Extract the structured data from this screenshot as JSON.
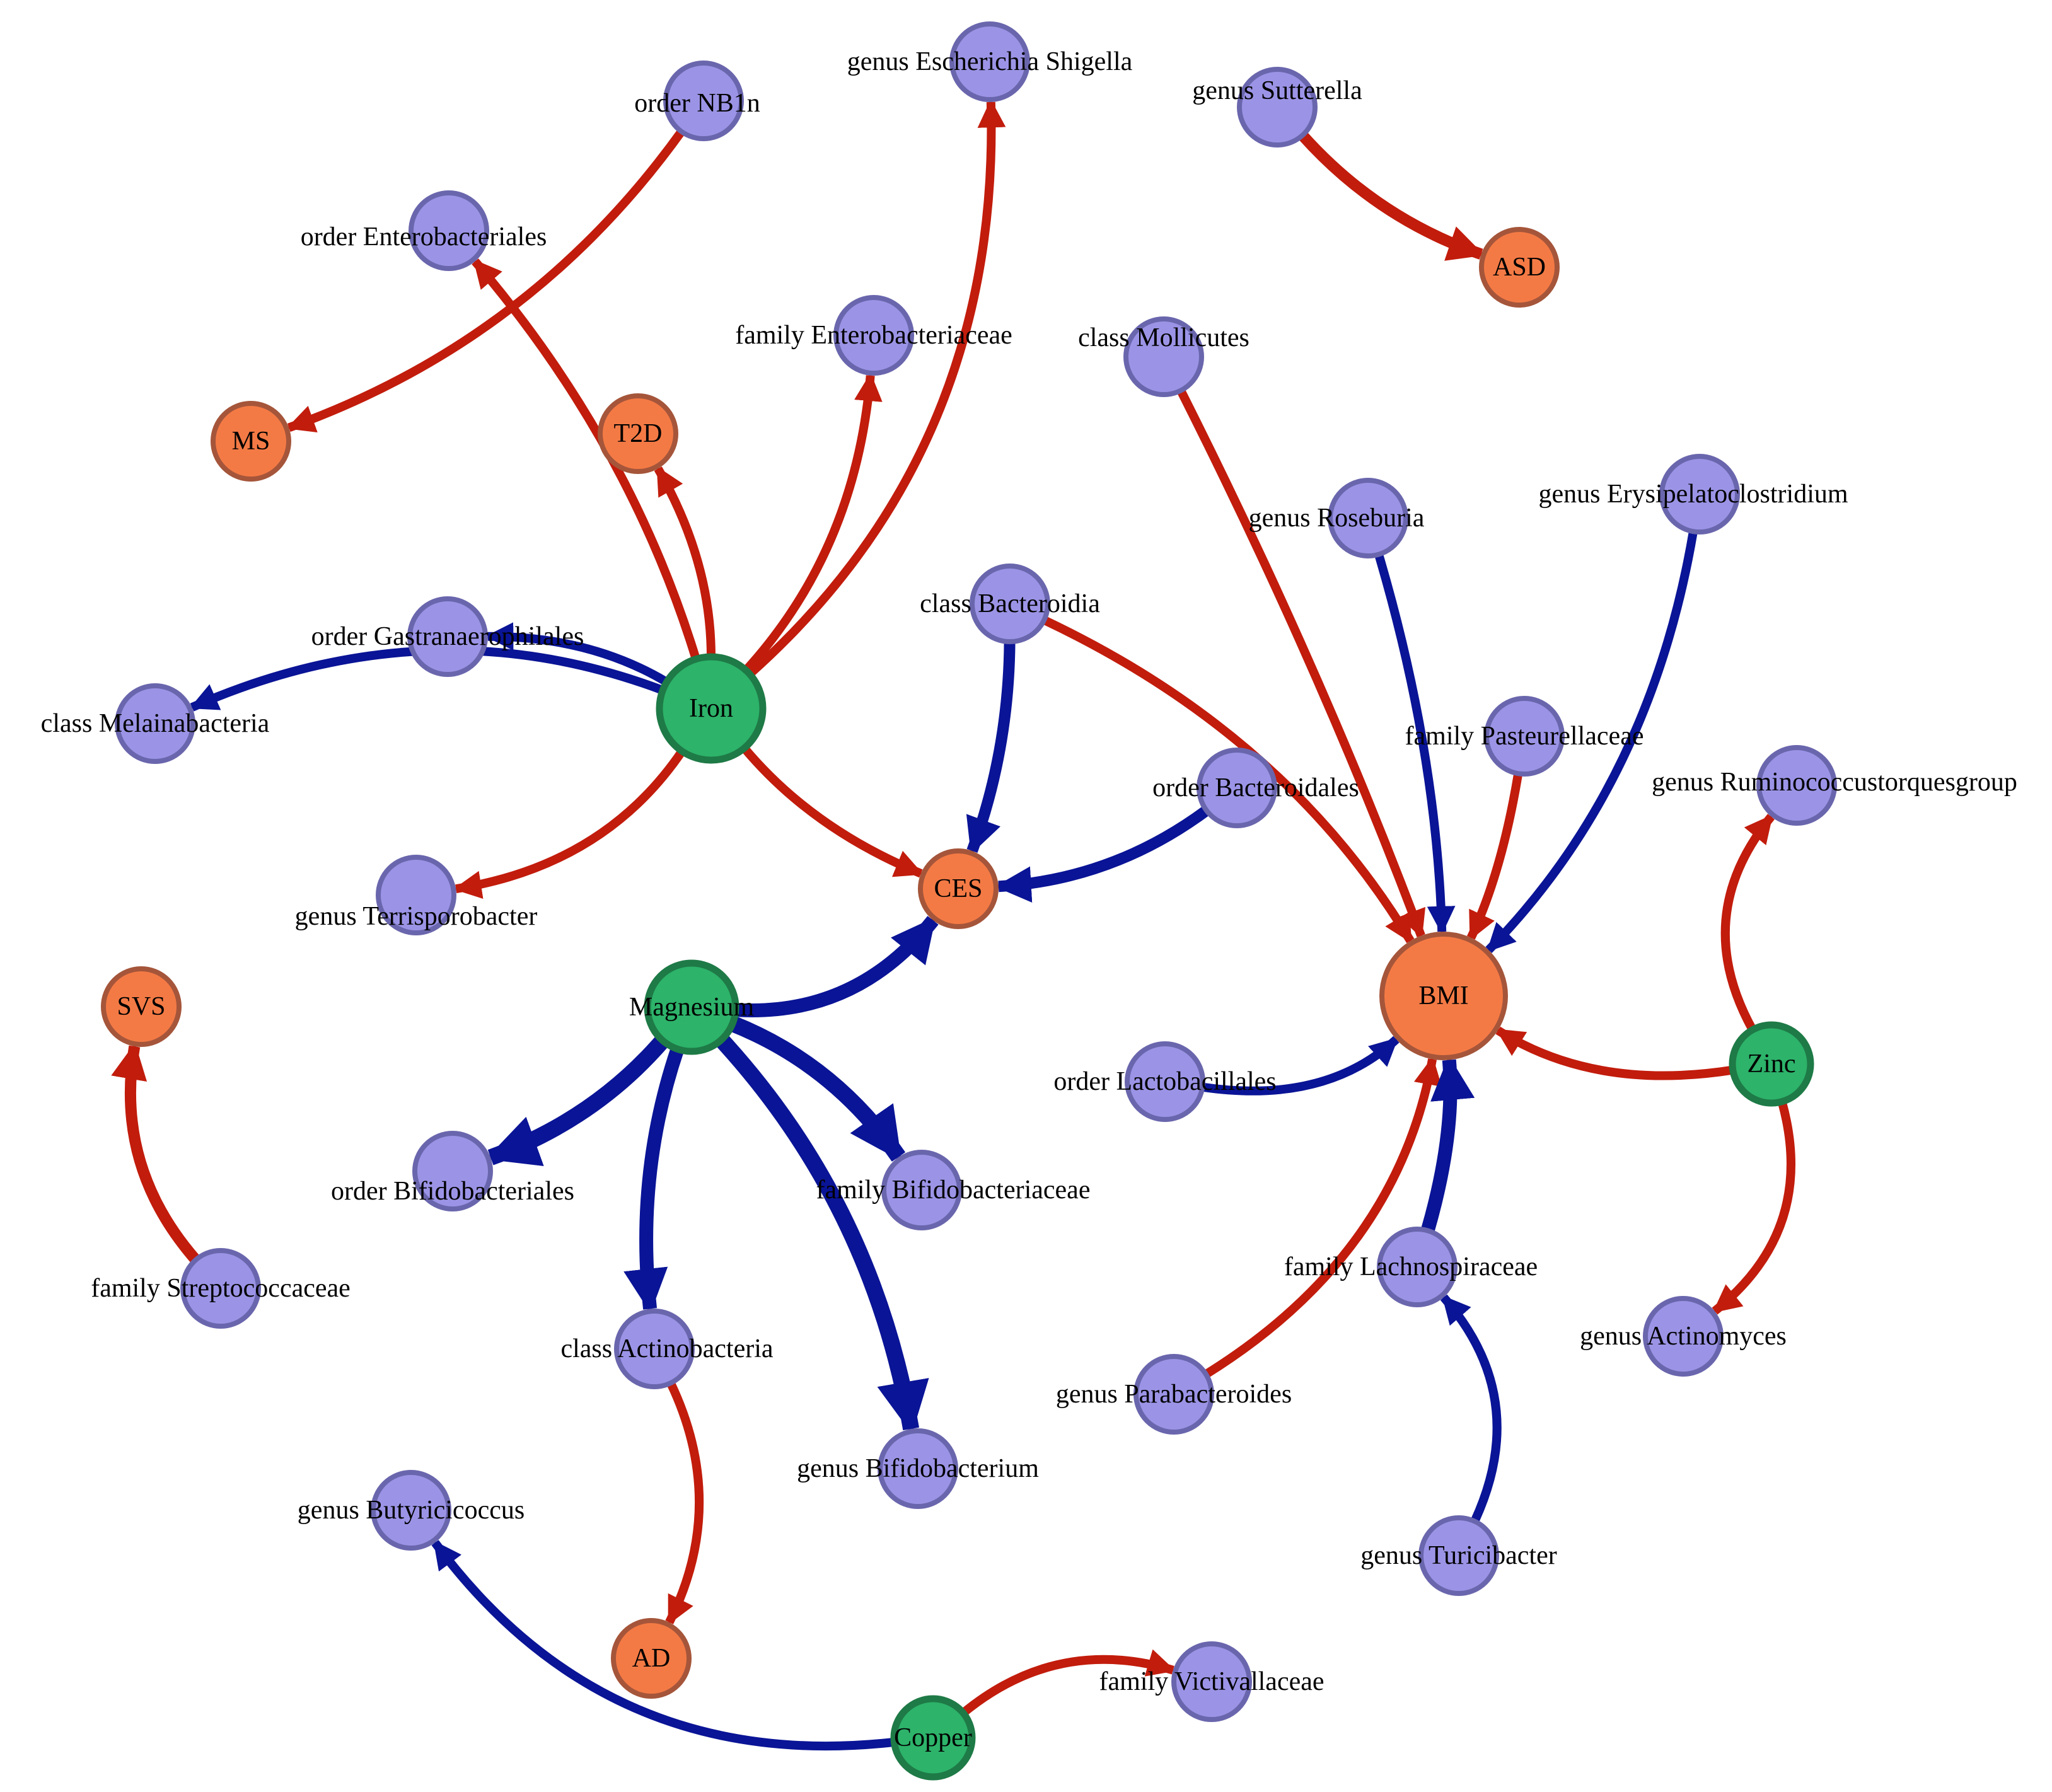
{
  "colors": {
    "taxon_fill": "#9b94e6",
    "taxon_stroke": "#6a66ad",
    "trait_fill": "#f47a45",
    "trait_stroke": "#a5553a",
    "nutrient_fill": "#2db36a",
    "nutrient_stroke": "#1e7a46",
    "positive_edge": "#c21c0c",
    "negative_edge": "#0a1496"
  },
  "nodes": [
    {
      "id": "iron",
      "label": "Iron",
      "type": "nutrient"
    },
    {
      "id": "magnesium",
      "label": "Magnesium",
      "type": "nutrient"
    },
    {
      "id": "zinc",
      "label": "Zinc",
      "type": "nutrient"
    },
    {
      "id": "copper",
      "label": "Copper",
      "type": "nutrient"
    },
    {
      "id": "ms",
      "label": "MS",
      "type": "trait"
    },
    {
      "id": "t2d",
      "label": "T2D",
      "type": "trait"
    },
    {
      "id": "asd",
      "label": "ASD",
      "type": "trait"
    },
    {
      "id": "ces",
      "label": "CES",
      "type": "trait"
    },
    {
      "id": "bmi",
      "label": "BMI",
      "type": "trait"
    },
    {
      "id": "svs",
      "label": "SVS",
      "type": "trait"
    },
    {
      "id": "ad",
      "label": "AD",
      "type": "trait"
    },
    {
      "id": "order_nb1n",
      "label": "order NB1n",
      "type": "taxon"
    },
    {
      "id": "genus_escherichia",
      "label": "genus Escherichia Shigella",
      "type": "taxon"
    },
    {
      "id": "genus_sutterella",
      "label": "genus Sutterella",
      "type": "taxon"
    },
    {
      "id": "order_enterobacteriales",
      "label": "order Enterobacteriales",
      "type": "taxon"
    },
    {
      "id": "family_enterobacteriaceae",
      "label": "family Enterobacteriaceae",
      "type": "taxon"
    },
    {
      "id": "class_mollicutes",
      "label": "class Mollicutes",
      "type": "taxon"
    },
    {
      "id": "genus_roseburia",
      "label": "genus Roseburia",
      "type": "taxon"
    },
    {
      "id": "genus_erysipelatoclostridium",
      "label": "genus Erysipelatoclostridium",
      "type": "taxon"
    },
    {
      "id": "class_bacteroidia",
      "label": "class Bacteroidia",
      "type": "taxon"
    },
    {
      "id": "order_gastranaerophilales",
      "label": "order Gastranaerophilales",
      "type": "taxon"
    },
    {
      "id": "class_melainabacteria",
      "label": "class Melainabacteria",
      "type": "taxon"
    },
    {
      "id": "family_pasteurellaceae",
      "label": "family Pasteurellaceae",
      "type": "taxon"
    },
    {
      "id": "genus_ruminococcus",
      "label": "genus Ruminococcustorquesgroup",
      "type": "taxon"
    },
    {
      "id": "order_bacteroidales",
      "label": "order Bacteroidales",
      "type": "taxon"
    },
    {
      "id": "genus_terrisporobacter",
      "label": "genus Terrisporobacter",
      "type": "taxon"
    },
    {
      "id": "order_lactobacillales",
      "label": "order Lactobacillales",
      "type": "taxon"
    },
    {
      "id": "order_bifidobacteriales",
      "label": "order Bifidobacteriales",
      "type": "taxon"
    },
    {
      "id": "family_bifidobacteriaceae",
      "label": "family Bifidobacteriaceae",
      "type": "taxon"
    },
    {
      "id": "family_streptococcaceae",
      "label": "family Streptococcaceae",
      "type": "taxon"
    },
    {
      "id": "family_lachnospiraceae",
      "label": "family Lachnospiraceae",
      "type": "taxon"
    },
    {
      "id": "genus_actinomyces",
      "label": "genus Actinomyces",
      "type": "taxon"
    },
    {
      "id": "class_actinobacteria",
      "label": "class Actinobacteria",
      "type": "taxon"
    },
    {
      "id": "genus_parabacteroides",
      "label": "genus Parabacteroides",
      "type": "taxon"
    },
    {
      "id": "genus_bifidobacterium",
      "label": "genus Bifidobacterium",
      "type": "taxon"
    },
    {
      "id": "genus_butyricicoccus",
      "label": "genus Butyricicoccus",
      "type": "taxon"
    },
    {
      "id": "genus_turicibacter",
      "label": "genus Turicibacter",
      "type": "taxon"
    },
    {
      "id": "family_victivallaceae",
      "label": "family Victivallaceae",
      "type": "taxon"
    }
  ],
  "edges": [
    {
      "from": "order_nb1n",
      "to": "ms",
      "sign": "positive",
      "strength": 2
    },
    {
      "from": "iron",
      "to": "genus_escherichia",
      "sign": "positive",
      "strength": 2
    },
    {
      "from": "genus_sutterella",
      "to": "asd",
      "sign": "positive",
      "strength": 3
    },
    {
      "from": "iron",
      "to": "order_enterobacteriales",
      "sign": "positive",
      "strength": 2
    },
    {
      "from": "iron",
      "to": "family_enterobacteriaceae",
      "sign": "positive",
      "strength": 2
    },
    {
      "from": "iron",
      "to": "t2d",
      "sign": "positive",
      "strength": 2
    },
    {
      "from": "iron",
      "to": "order_gastranaerophilales",
      "sign": "negative",
      "strength": 2
    },
    {
      "from": "iron",
      "to": "class_melainabacteria",
      "sign": "negative",
      "strength": 2
    },
    {
      "from": "iron",
      "to": "genus_terrisporobacter",
      "sign": "positive",
      "strength": 2
    },
    {
      "from": "iron",
      "to": "ces",
      "sign": "positive",
      "strength": 2
    },
    {
      "from": "class_bacteroidia",
      "to": "ces",
      "sign": "negative",
      "strength": 3
    },
    {
      "from": "order_bacteroidales",
      "to": "ces",
      "sign": "negative",
      "strength": 3
    },
    {
      "from": "magnesium",
      "to": "ces",
      "sign": "negative",
      "strength": 4
    },
    {
      "from": "class_mollicutes",
      "to": "bmi",
      "sign": "positive",
      "strength": 2
    },
    {
      "from": "genus_roseburia",
      "to": "bmi",
      "sign": "negative",
      "strength": 2
    },
    {
      "from": "class_bacteroidia",
      "to": "bmi",
      "sign": "positive",
      "strength": 2
    },
    {
      "from": "family_pasteurellaceae",
      "to": "bmi",
      "sign": "positive",
      "strength": 2
    },
    {
      "from": "genus_erysipelatoclostridium",
      "to": "bmi",
      "sign": "negative",
      "strength": 2
    },
    {
      "from": "order_lactobacillales",
      "to": "bmi",
      "sign": "negative",
      "strength": 2
    },
    {
      "from": "genus_parabacteroides",
      "to": "bmi",
      "sign": "positive",
      "strength": 2
    },
    {
      "from": "family_lachnospiraceae",
      "to": "bmi",
      "sign": "negative",
      "strength": 4
    },
    {
      "from": "zinc",
      "to": "bmi",
      "sign": "positive",
      "strength": 2
    },
    {
      "from": "genus_turicibacter",
      "to": "family_lachnospiraceae",
      "sign": "negative",
      "strength": 2
    },
    {
      "from": "zinc",
      "to": "genus_ruminococcus",
      "sign": "positive",
      "strength": 2
    },
    {
      "from": "zinc",
      "to": "genus_actinomyces",
      "sign": "positive",
      "strength": 2
    },
    {
      "from": "magnesium",
      "to": "order_bifidobacteriales",
      "sign": "negative",
      "strength": 5
    },
    {
      "from": "magnesium",
      "to": "family_bifidobacteriaceae",
      "sign": "negative",
      "strength": 5
    },
    {
      "from": "magnesium",
      "to": "class_actinobacteria",
      "sign": "negative",
      "strength": 4
    },
    {
      "from": "magnesium",
      "to": "genus_bifidobacterium",
      "sign": "negative",
      "strength": 5
    },
    {
      "from": "family_streptococcaceae",
      "to": "svs",
      "sign": "positive",
      "strength": 3
    },
    {
      "from": "class_actinobacteria",
      "to": "ad",
      "sign": "positive",
      "strength": 2
    },
    {
      "from": "copper",
      "to": "genus_butyricicoccus",
      "sign": "negative",
      "strength": 2
    },
    {
      "from": "copper",
      "to": "family_victivallaceae",
      "sign": "positive",
      "strength": 2
    }
  ]
}
